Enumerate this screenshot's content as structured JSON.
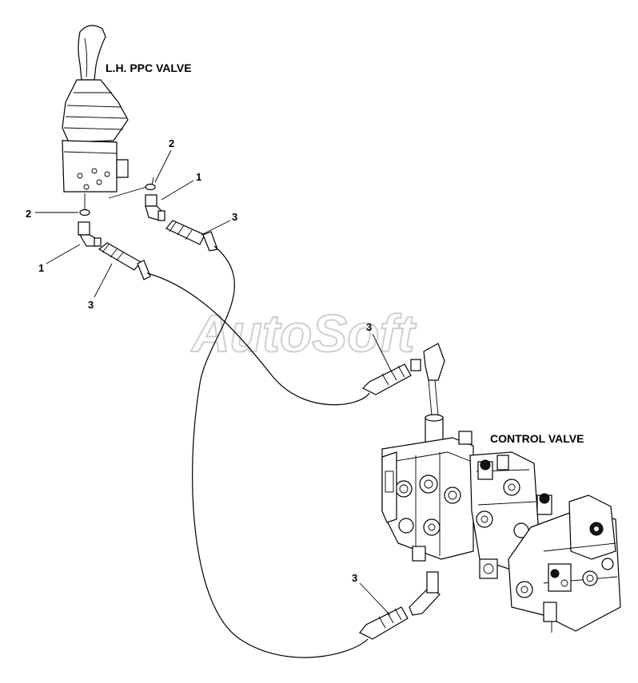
{
  "labels": {
    "ppc_valve": "L.H. PPC VALVE",
    "control_valve": "CONTROL VALVE"
  },
  "watermark": "AutoSoft",
  "callouts": {
    "c1": "2",
    "c2": "1",
    "c3": "3",
    "c4": "2",
    "c5": "1",
    "c6": "3",
    "c7": "3",
    "c8": "3"
  }
}
